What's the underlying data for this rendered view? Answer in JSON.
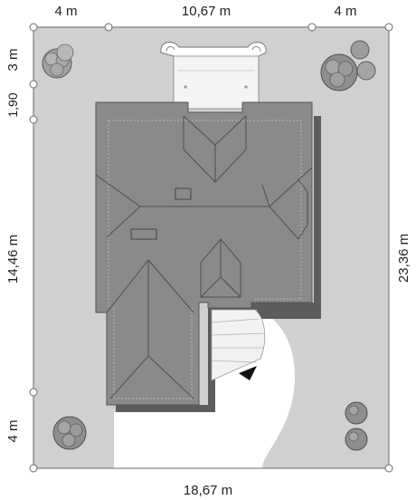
{
  "dimensions": {
    "top_left": "4 m",
    "top_center": "10,67 m",
    "top_right": "4 m",
    "bottom_width": "18,67 m",
    "left_top": "3 m",
    "left_upper": "1,90",
    "left_middle": "14,46 m",
    "left_bottom": "4 m",
    "right_depth": "23,36 m"
  },
  "colors": {
    "plot": "#d0d0d0",
    "roof": "#8a8a8a",
    "roof_line": "#4e4e4e",
    "shadow": "#5c5c5c",
    "paving": "#ffffff",
    "tree": "#9a9a9a",
    "tree_dark": "#6a6a6a"
  },
  "icons": {
    "entrance": "entrance-arrow-icon",
    "tree": "tree-icon"
  }
}
